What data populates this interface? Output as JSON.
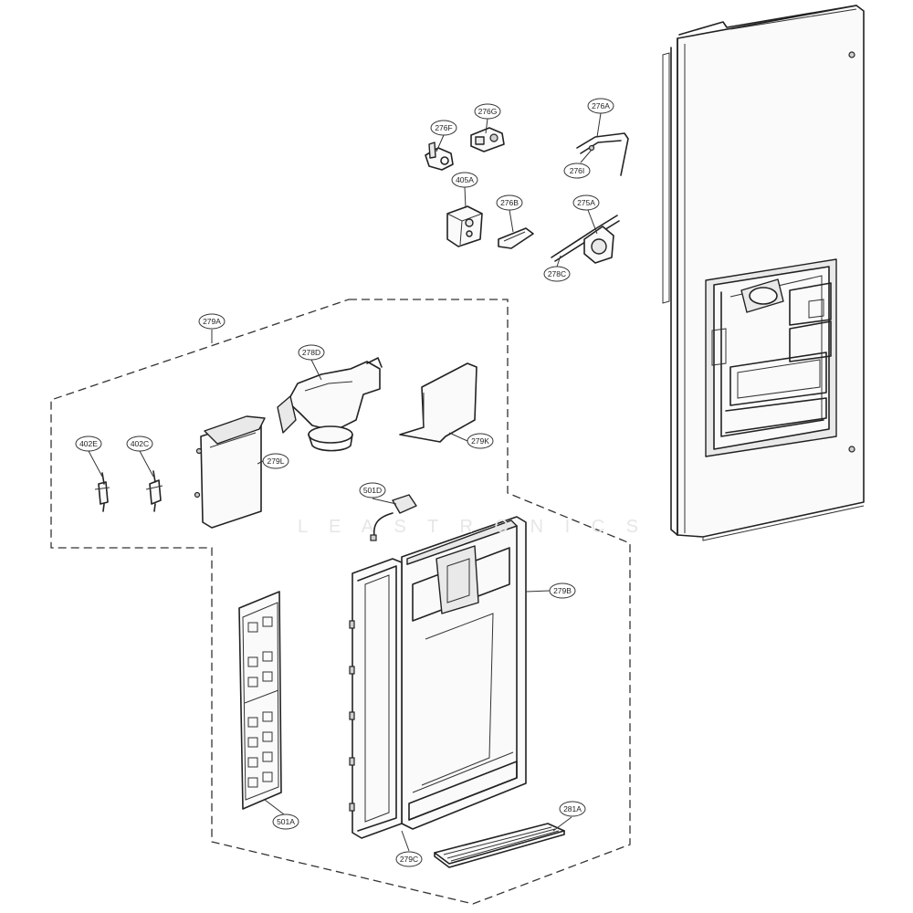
{
  "callouts": [
    {
      "id": "276F"
    },
    {
      "id": "276G"
    },
    {
      "id": "276A"
    },
    {
      "id": "276I"
    },
    {
      "id": "405A"
    },
    {
      "id": "276B"
    },
    {
      "id": "275A"
    },
    {
      "id": "278C"
    },
    {
      "id": "279A"
    },
    {
      "id": "278D"
    },
    {
      "id": "402E"
    },
    {
      "id": "402C"
    },
    {
      "id": "279L"
    },
    {
      "id": "279K"
    },
    {
      "id": "501D"
    },
    {
      "id": "279B"
    },
    {
      "id": "501A"
    },
    {
      "id": "281A"
    },
    {
      "id": "279C"
    }
  ]
}
